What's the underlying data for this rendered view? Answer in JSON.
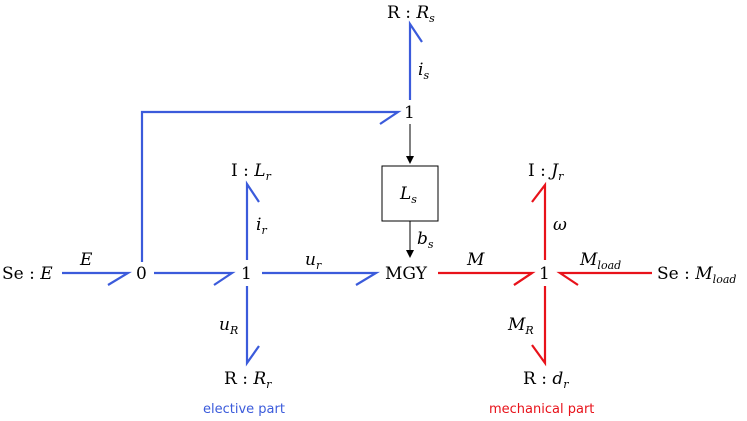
{
  "colors": {
    "electrical": "#3b5bdb",
    "mechanical": "#e8121a",
    "signal": "#000000"
  },
  "nodes": {
    "source_e": {
      "prefix": "Se : ",
      "var": "E",
      "sub": ""
    },
    "junction0": "0",
    "junction1_left": "1",
    "junction1_top": "1",
    "resistor_rs": {
      "prefix": "R : ",
      "var": "R",
      "sub": "s"
    },
    "inductor_lr": {
      "prefix": "I : ",
      "var": "L",
      "sub": "r"
    },
    "resistor_rr": {
      "prefix": "R : ",
      "var": "R",
      "sub": "r"
    },
    "block_ls": {
      "var": "L",
      "sub": "s"
    },
    "mgy": "MGY",
    "junction1_right": "1",
    "inertia_jr": {
      "prefix": "I : ",
      "var": "J",
      "sub": "r"
    },
    "damper_dr": {
      "prefix": "R : ",
      "var": "d",
      "sub": "r"
    },
    "source_mload": {
      "prefix": "Se : ",
      "var": "M",
      "sub": "load"
    }
  },
  "bond_labels": {
    "e": {
      "var": "E",
      "sub": ""
    },
    "is": {
      "var": "i",
      "sub": "s"
    },
    "ir": {
      "var": "i",
      "sub": "r"
    },
    "ur": {
      "var": "u",
      "sub": "r"
    },
    "uR": {
      "var": "u",
      "sub": "R"
    },
    "bs": {
      "var": "b",
      "sub": "s"
    },
    "m": {
      "var": "M",
      "sub": ""
    },
    "omega": {
      "var": "ω",
      "sub": ""
    },
    "mload": {
      "var": "M",
      "sub": "load"
    },
    "mR": {
      "var": "M",
      "sub": "R"
    }
  },
  "captions": {
    "electrical": "elective part",
    "mechanical": "mechanical part"
  }
}
